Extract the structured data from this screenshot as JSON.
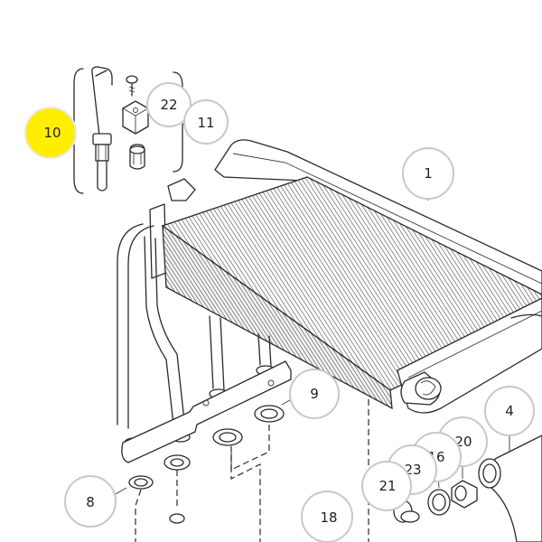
{
  "diagram": {
    "callouts": [
      {
        "id": "10",
        "label": "10",
        "highlighted": true
      },
      {
        "id": "22",
        "label": "22"
      },
      {
        "id": "11",
        "label": "11"
      },
      {
        "id": "1",
        "label": "1"
      },
      {
        "id": "9",
        "label": "9"
      },
      {
        "id": "4",
        "label": "4"
      },
      {
        "id": "20",
        "label": "20"
      },
      {
        "id": "16",
        "label": "16"
      },
      {
        "id": "23",
        "label": "23"
      },
      {
        "id": "21",
        "label": "21"
      },
      {
        "id": "8",
        "label": "8"
      },
      {
        "id": "18",
        "label": "18"
      }
    ],
    "colors": {
      "highlight": "#ffee00",
      "callout_ring": "#c8c8c8",
      "ink": "#2a2a2a"
    }
  }
}
